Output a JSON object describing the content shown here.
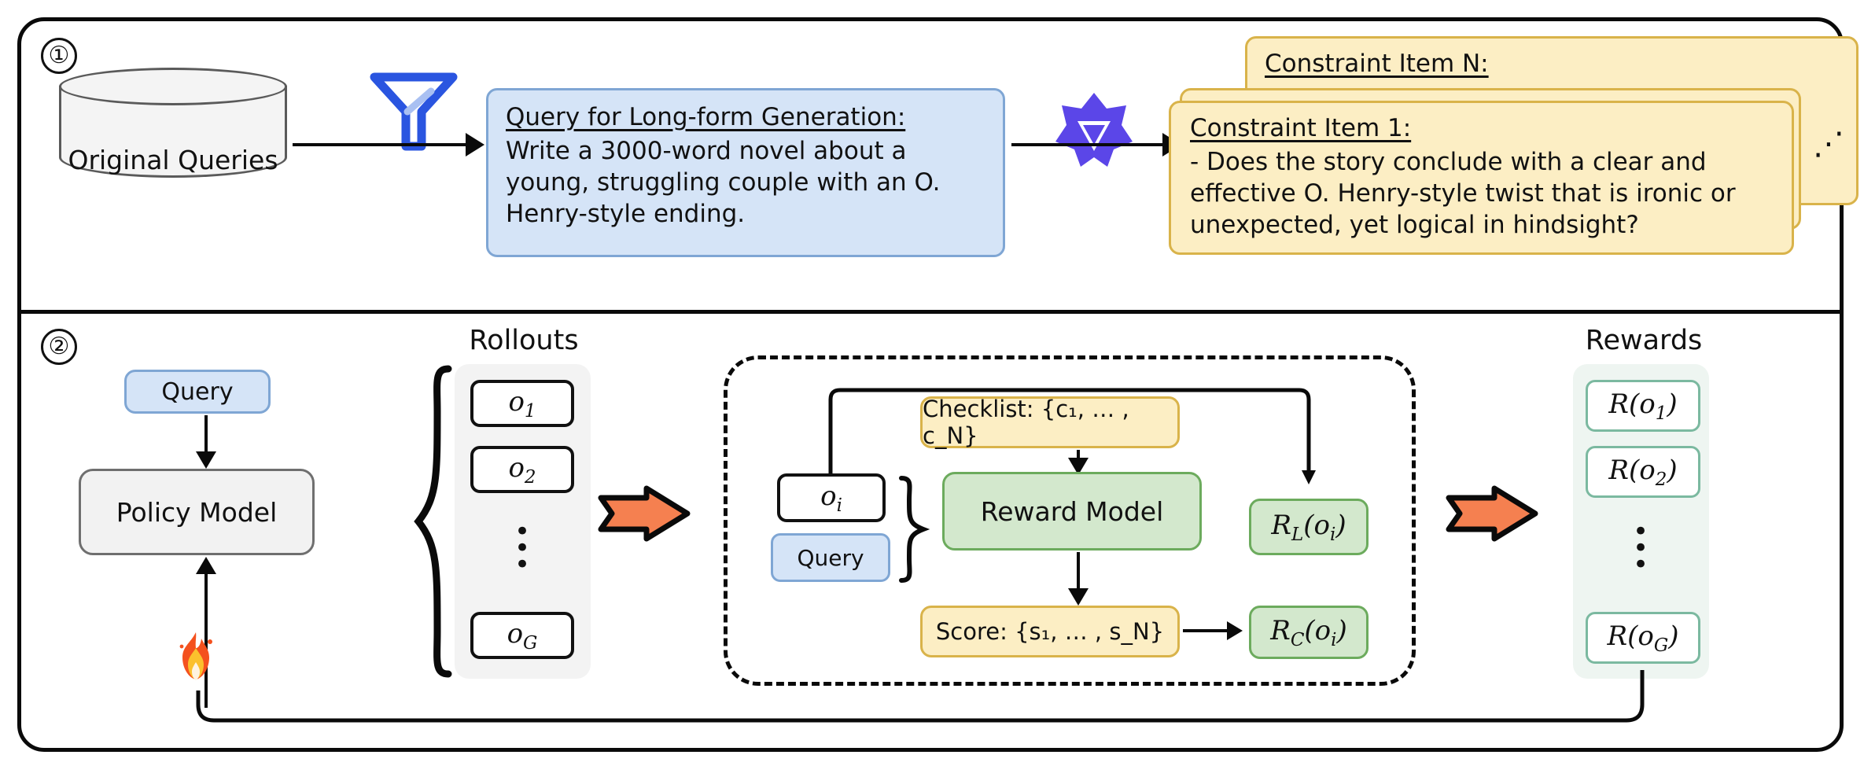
{
  "meta": {
    "figure_kind": "pipeline-diagram",
    "panel_count": 2
  },
  "colors": {
    "blue_fill": "#d5e4f7",
    "blue_stroke": "#7fa6d4",
    "yellow_fill": "#fceec4",
    "yellow_stroke": "#d9b34a",
    "green_fill": "#d3e8cd",
    "green_stroke": "#6cab5d",
    "grey_fill": "#f2f2f2",
    "grey_stroke": "#6f6f6f",
    "orange_arrow": "#f58050",
    "purple_icon": "#5b46e8",
    "funnel_blue": "#2a55e0",
    "reward_bg": "#eef5f1",
    "reward_stroke": "#7bb9a0",
    "rollout_bg": "#f3f3f3",
    "outline_black": "#0a0a0a"
  },
  "panel1": {
    "step_label": "①",
    "database": {
      "label": "Original Queries",
      "icon": "database-cylinder-icon"
    },
    "filter_icon": "funnel-filter-icon",
    "model_icon": "llm-star-logo-icon",
    "query_card": {
      "title": "Query for Long-form Generation:",
      "body": "Write a 3000-word novel about a young, struggling couple with an O. Henry-style ending."
    },
    "constraint_back": {
      "title": "Constraint Item N:"
    },
    "constraint_front": {
      "title": "Constraint Item 1:",
      "body": "- Does the story conclude with a clear and effective O. Henry-style twist that is ironic or unexpected, yet logical in hindsight?"
    },
    "stack_ellipsis": "⋰"
  },
  "panel2": {
    "step_label": "②",
    "query_box_label": "Query",
    "policy_model_label": "Policy Model",
    "fire_icon": "fire-emoji-icon",
    "rollouts": {
      "title": "Rollouts",
      "items": [
        "o₁",
        "o₂",
        "o_G"
      ],
      "ellipsis": "⋮"
    },
    "reward_block": {
      "output_label": "oᵢ",
      "query_label": "Query",
      "checklist_label": "Checklist: {c₁, … , c_N}",
      "reward_model_label": "Reward Model",
      "score_label": "Score: {s₁, … , s_N}",
      "rl_label": "R_L(oᵢ)",
      "rc_label": "R_C(oᵢ)"
    },
    "rewards": {
      "title": "Rewards",
      "items": [
        "R(o₁)",
        "R(o₂)",
        "R(o_G)"
      ],
      "ellipsis": "⋮"
    },
    "orange_arrow_1": "orange-block-arrow-icon",
    "orange_arrow_2": "orange-block-arrow-icon"
  }
}
